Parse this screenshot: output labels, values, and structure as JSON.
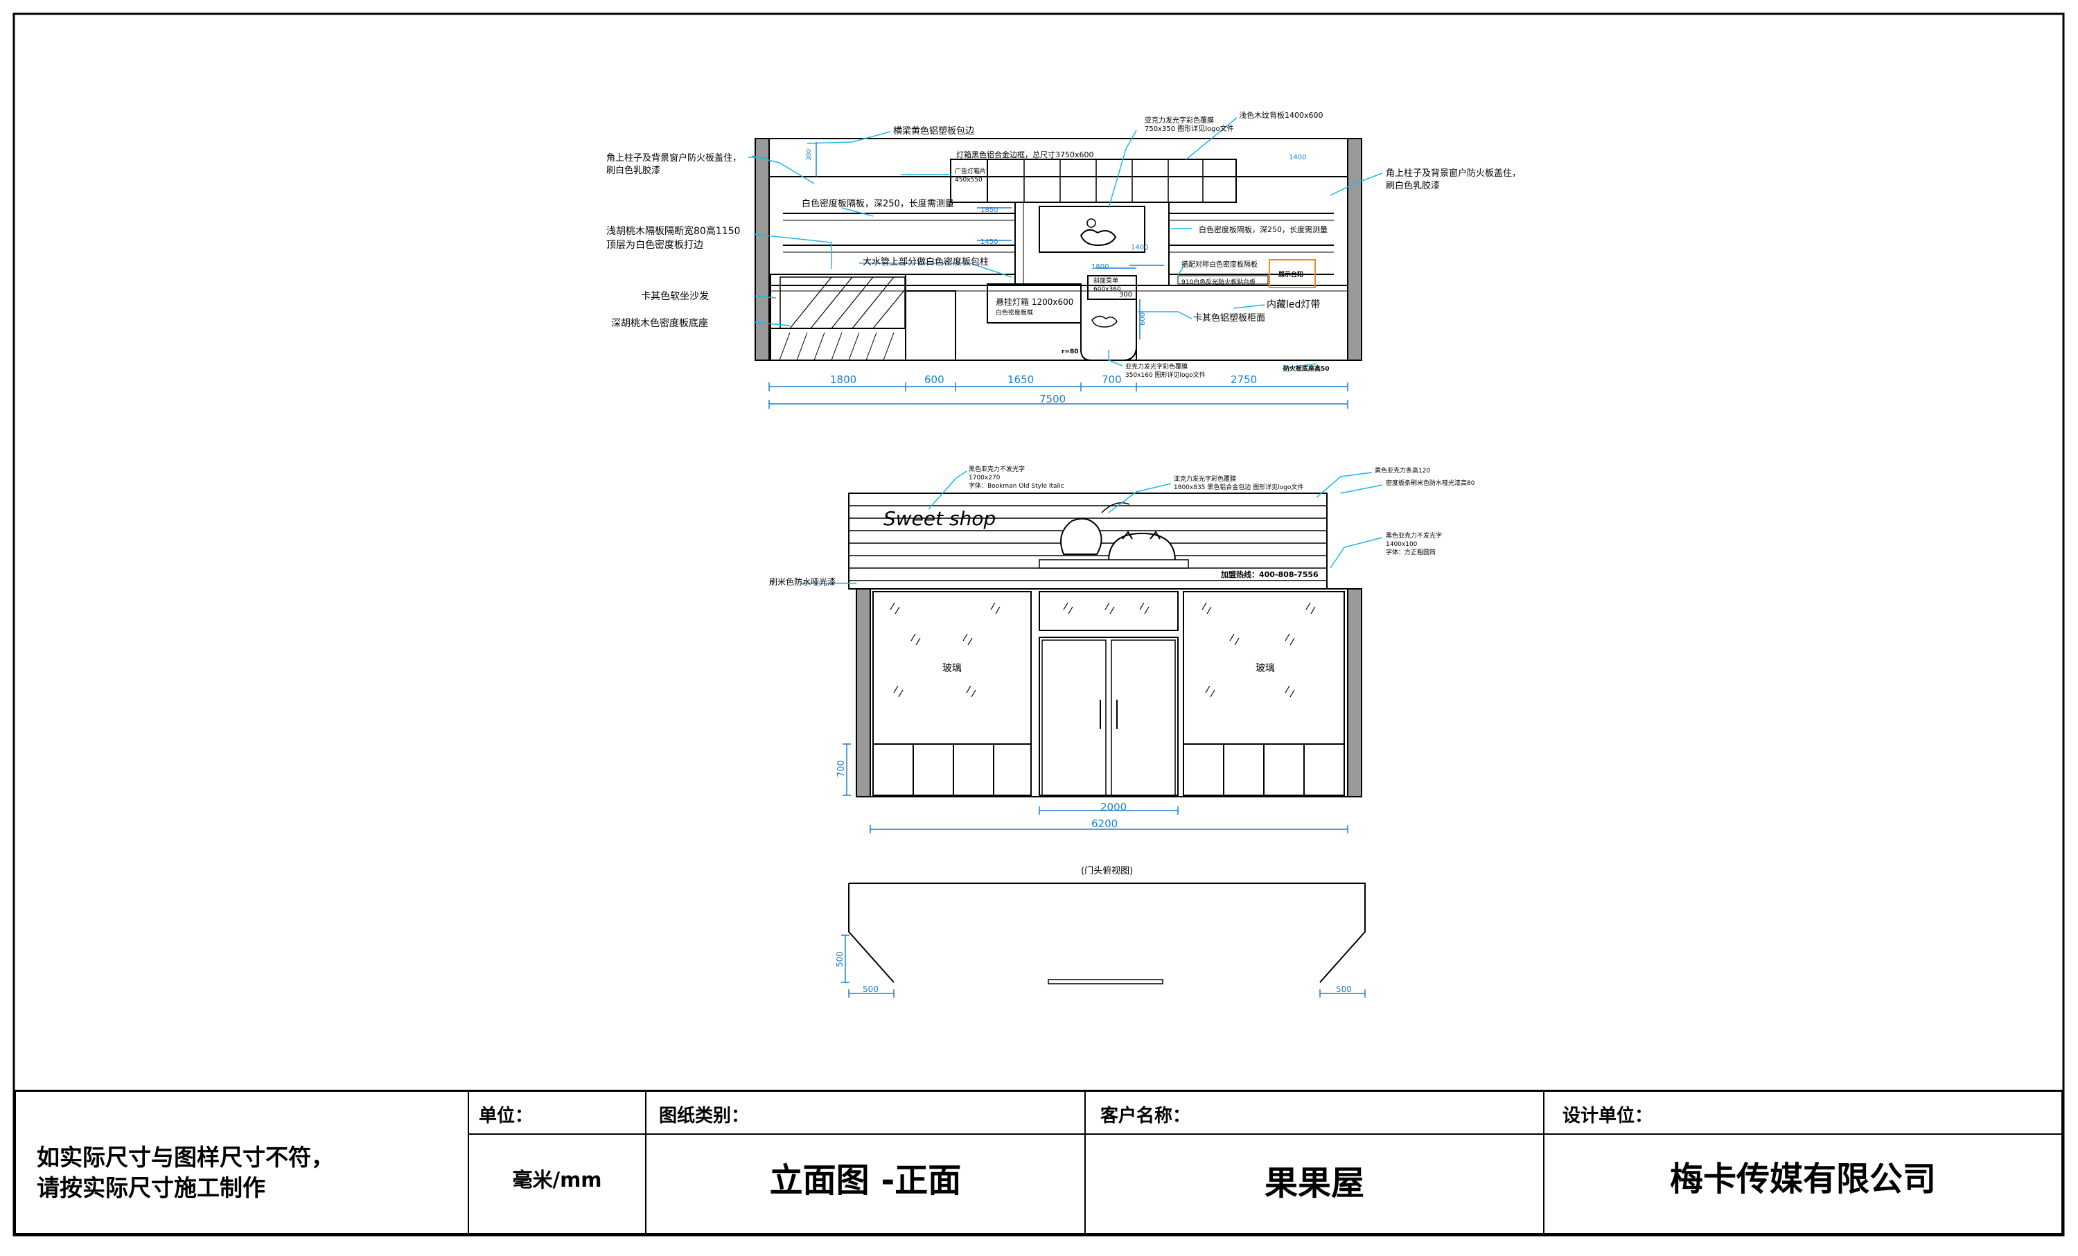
{
  "elevation": {
    "notes": {
      "beam_edge": "横梁黄色铝塑板包边",
      "acrylic_sign_1": "亚克力发光字彩色覆膜",
      "acrylic_sign_1_sub": "750x350 图形详见logo文件",
      "light_wood_board": "浅色木纹背板1400x600",
      "light_box_frame": "灯箱黑色铝合金边框，总尺寸3750x600",
      "ad_box": "广告灯箱片",
      "ad_box_size": "450x550",
      "corner_left_1": "角上柱子及背景窗户防火板盖住，",
      "corner_left_2": "刷白色乳胶漆",
      "corner_right_1": "角上柱子及背景窗户防火板盖住，",
      "corner_right_2": "刷白色乳胶漆",
      "shelf_left": "白色密度板隔板，深250，长度需测量",
      "shelf_right": "白色密度板隔板，深250，长度需测量",
      "walnut_partition_1": "浅胡桃木隔板隔断宽80高1150",
      "walnut_partition_2": "顶层为白色密度板打边",
      "pipe_column": "大水管上部分做白色密度板包柱",
      "matching_shelf": "搭配对称白色密度板隔板",
      "fire_board_strip": "910白色反光防火板贴台板",
      "display_table": "展示台阳",
      "sofa": "卡其色软坐沙发",
      "sofa_base": "深胡桃木色密度板底座",
      "hanging_box": "悬挂灯箱 1200x600",
      "hanging_box_sub": "白色密度板框",
      "menu_box": "斜面菜单",
      "menu_box_size": "600x360",
      "led_strip": "内藏led灯带",
      "khaki_counter": "卡其色铝塑板柜面",
      "radius": "r=80",
      "acrylic_sign_2": "亚克力发光字彩色覆膜",
      "acrylic_sign_2_sub": "350x160 图形详见logo文件",
      "fire_base": "防火板底座高50"
    },
    "dims": {
      "d300": "300",
      "d1400a": "1400",
      "d1850": "1850",
      "d1450": "1450",
      "d1400b": "1400",
      "d1800s": "1800",
      "d300b": "300",
      "d600v": "600",
      "seg1": "1800",
      "seg2": "600",
      "seg3": "1650",
      "seg4": "700",
      "seg5": "2750",
      "total": "7500"
    }
  },
  "facade": {
    "notes": {
      "black_acrylic_1": "黑色亚克力不发光字",
      "black_acrylic_1_size": "1700x270",
      "black_acrylic_1_font": "字体：Bookman Old Style Italic",
      "acrylic_color": "亚克力发光字彩色覆膜",
      "acrylic_color_sub": "1800x835 黑色铝合金包边  图形详见logo文件",
      "yellow_strip": "黄色亚克力条高120",
      "density_strip": "密度板条刷米色防水哑光漆高80",
      "black_acrylic_2": "黑色亚克力不发光字",
      "black_acrylic_2_size": "1400x100",
      "black_acrylic_2_font": "字体：方正粗圆简",
      "beige_paint": "刷米色防水哑光漆"
    },
    "shop_name": "Sweet shop",
    "hotline": "加盟热线：400-808-7556",
    "glass_left": "玻璃",
    "glass_right": "玻璃",
    "dims": {
      "h700": "700",
      "door": "2000",
      "total": "6200"
    }
  },
  "plan": {
    "title": "(门头俯视图)",
    "dims": {
      "v500": "500",
      "left500": "500",
      "right500": "500"
    }
  },
  "title_block": {
    "note_line1": "如实际尺寸与图样尺寸不符，",
    "note_line2": "请按实际尺寸施工制作",
    "unit_label": "单位：",
    "unit_value": "毫米/mm",
    "type_label": "图纸类别：",
    "type_value": "立面图 -正面",
    "client_label": "客户名称：",
    "client_value": "果果屋",
    "designer_label": "设计单位：",
    "designer_value": "梅卡传媒有限公司"
  },
  "colors": {
    "line": "#000000",
    "dim_blue": "#1a7fd0",
    "leader_cyan": "#19b8e6",
    "accent_orange": "#f08a24",
    "column_gray": "#9a9a9a"
  }
}
